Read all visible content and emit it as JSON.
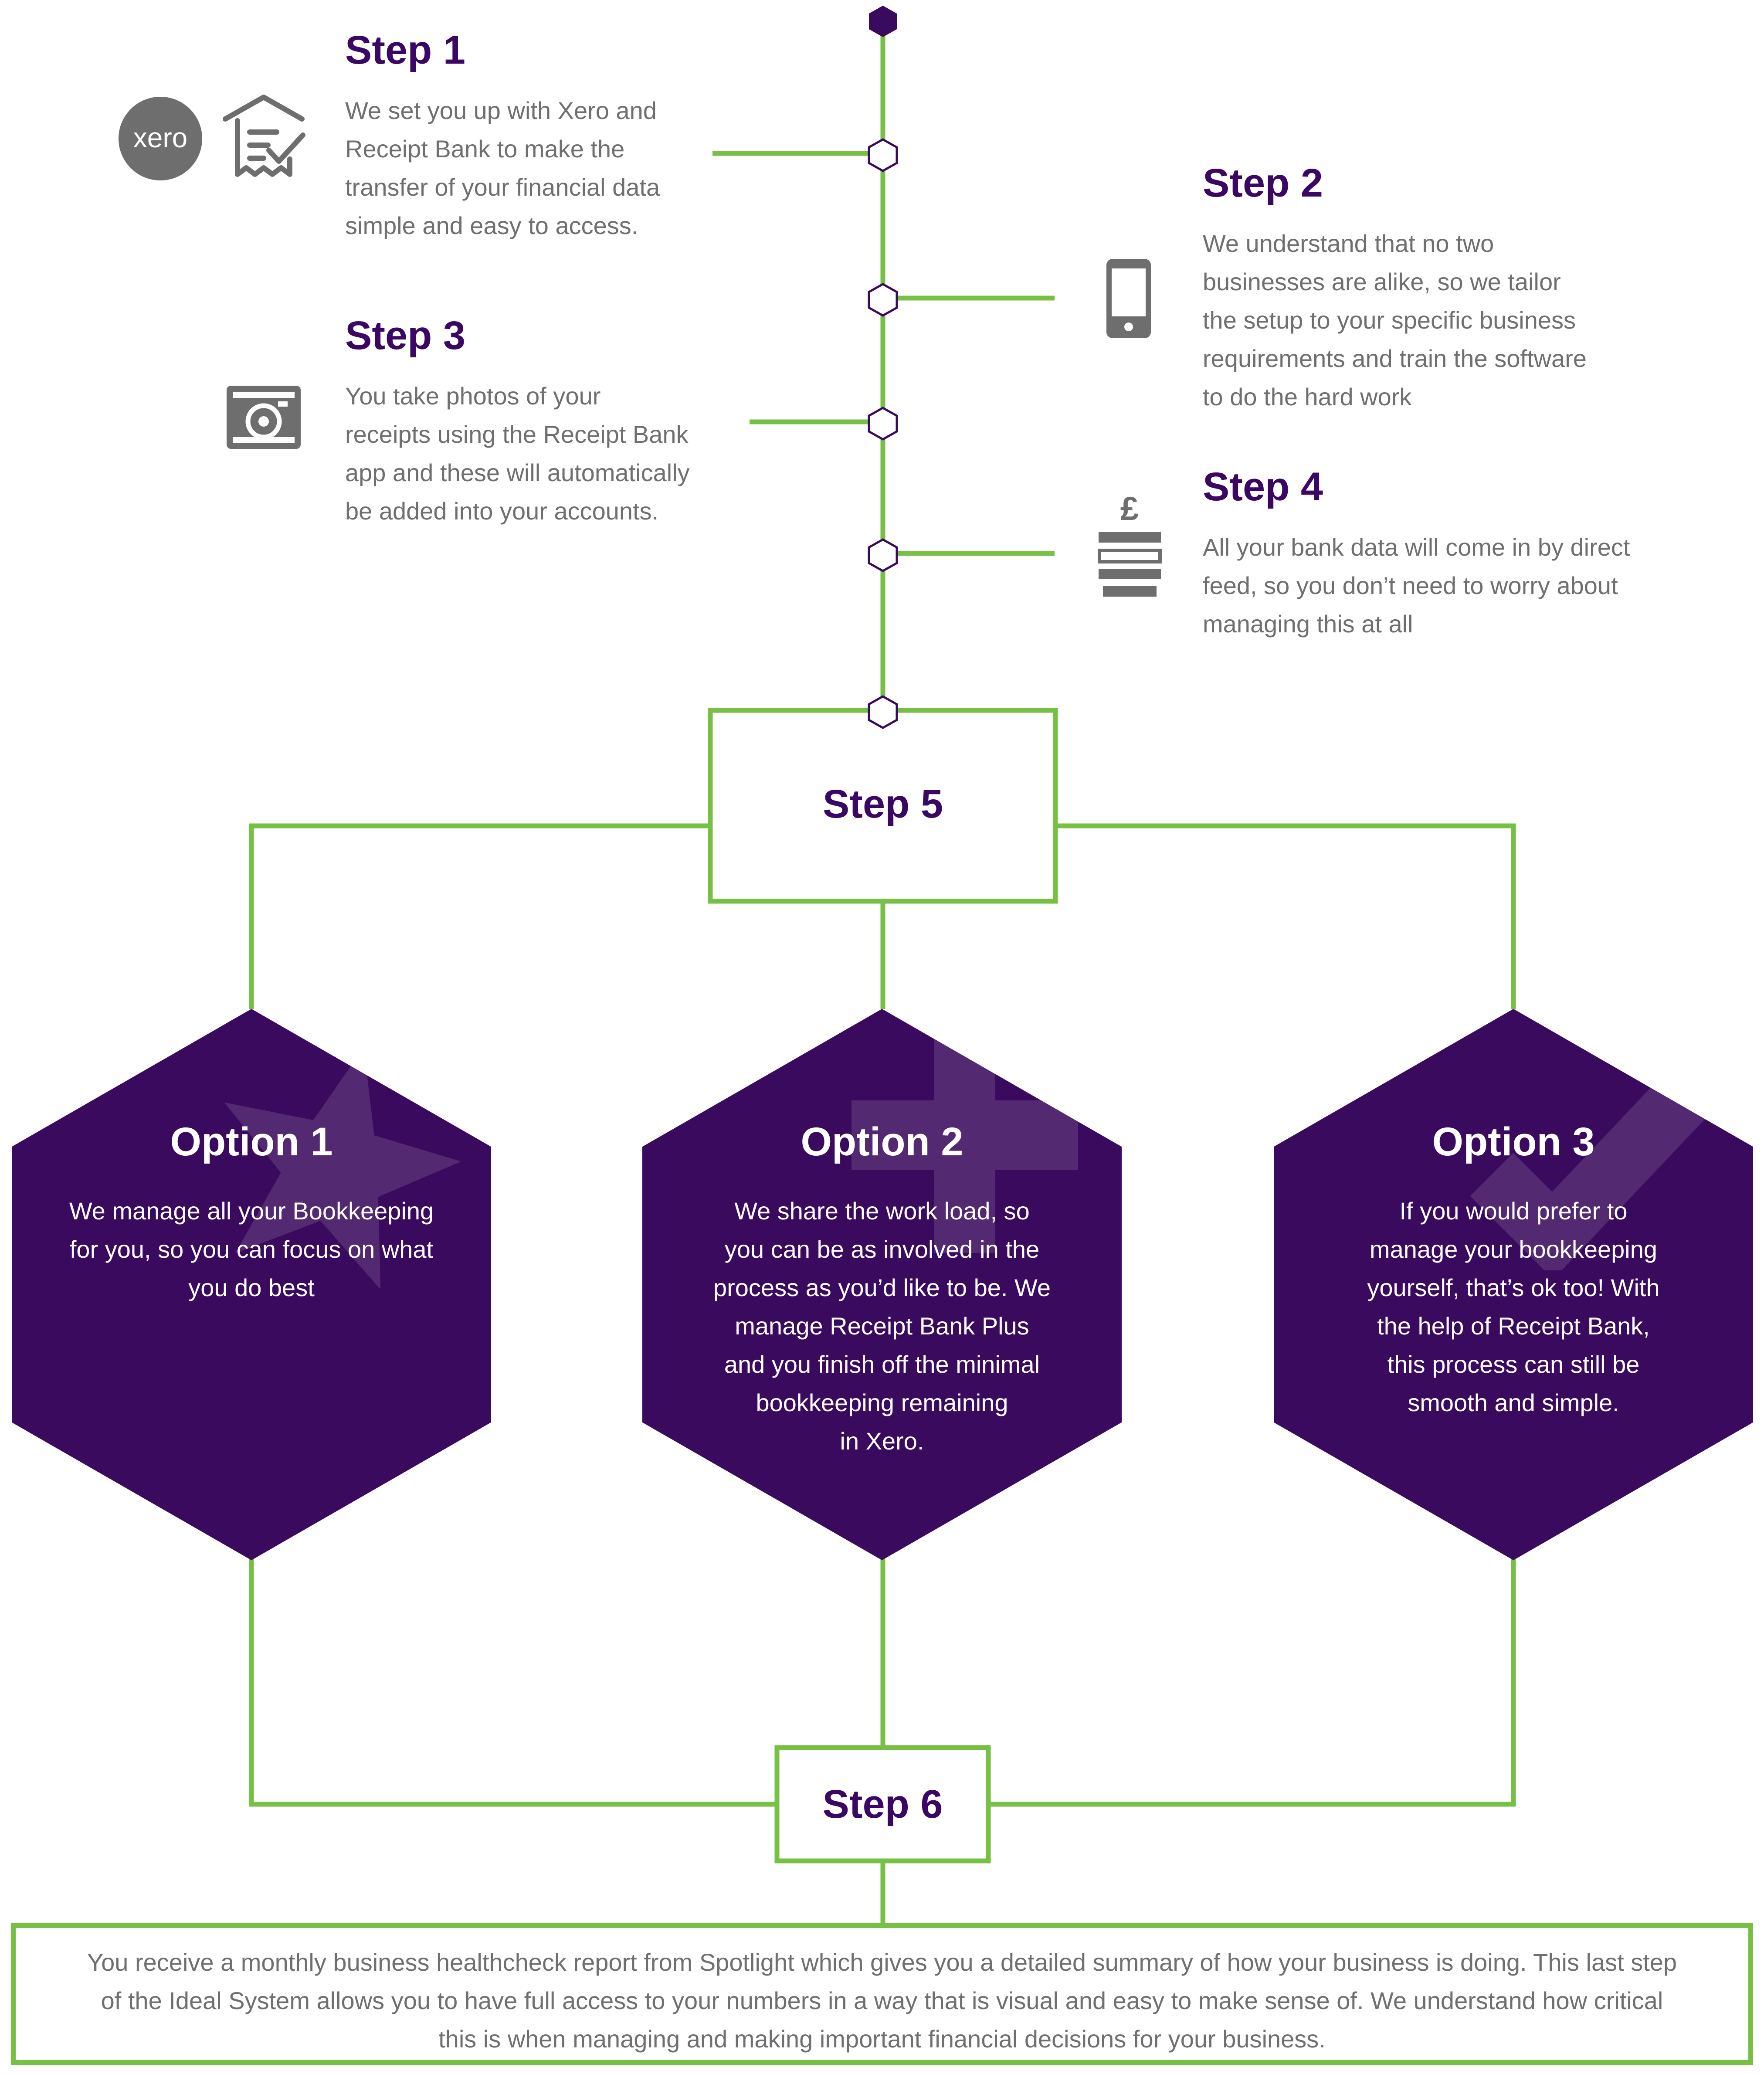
{
  "colors": {
    "connector": "#76c043",
    "heading": "#3b0764",
    "hexagon": "#3a0a5e",
    "body_text": "#6f6f6f",
    "icon": "#6e6e6e"
  },
  "steps": [
    {
      "title": "Step 1",
      "lines": [
        "We set you up with Xero and",
        "Receipt Bank to make the",
        "transfer of your financial data",
        "simple and easy to access."
      ],
      "icons": [
        "xero-logo",
        "receipt-check-icon"
      ]
    },
    {
      "title": "Step 2",
      "lines": [
        "We understand that no two",
        "businesses are alike, so we tailor",
        "the setup to your specific business",
        "requirements and train the software",
        "to do the hard work"
      ],
      "icons": [
        "smartphone-icon"
      ]
    },
    {
      "title": "Step 3",
      "lines": [
        "You take photos of your",
        "receipts using the Receipt Bank",
        "app and these will automatically",
        "be added into your accounts."
      ],
      "icons": [
        "camera-icon"
      ]
    },
    {
      "title": "Step 4",
      "lines": [
        "All your bank data will come in by direct",
        "feed, so you don’t need to worry about",
        "managing this at all"
      ],
      "icons": [
        "pound-bank-icon"
      ]
    }
  ],
  "xero_logo_text": "xero",
  "pound_symbol": "£",
  "step5": {
    "title": "Step 5"
  },
  "options": [
    {
      "title": "Option 1",
      "lines": [
        "We manage all your Bookkeeping",
        "for you, so you can focus on what",
        "you do best"
      ],
      "icon": "star-icon"
    },
    {
      "title": "Option 2",
      "lines": [
        "We share the work load, so",
        "you can be as involved in the",
        "process as you’d like to be. We",
        "manage Receipt Bank Plus",
        "and you finish off the minimal",
        "bookkeeping remaining",
        "in Xero."
      ],
      "icon": "plus-icon"
    },
    {
      "title": "Option 3",
      "lines": [
        "If you would prefer to",
        "manage your bookkeeping",
        "yourself, that’s ok too! With",
        "the help of Receipt Bank,",
        "this process can still be",
        "smooth and simple."
      ],
      "icon": "checkmark-icon"
    }
  ],
  "step6": {
    "title": "Step 6",
    "lines": [
      "You receive a monthly business healthcheck report from Spotlight which gives you a detailed summary of how your business is doing.  This last step",
      "of the Ideal System allows you to have full access to your numbers in a way that is visual and easy to make sense of. We understand how critical",
      "this is when managing and making important financial decisions for your business."
    ]
  }
}
